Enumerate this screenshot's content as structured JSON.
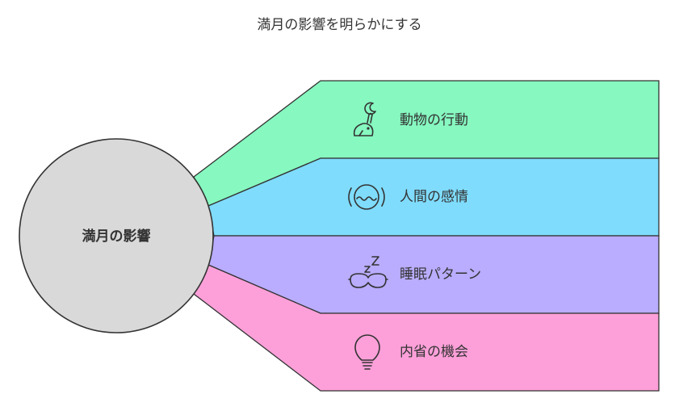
{
  "title": "満月の影響を明らかにする",
  "center": {
    "label": "満月の影響",
    "color": "#d9d9d9"
  },
  "branches": [
    {
      "label": "動物の行動",
      "icon": "rabbit-moon-icon",
      "color": "#86f8c0"
    },
    {
      "label": "人間の感情",
      "icon": "calm-face-waves-icon",
      "color": "#7fdcfd"
    },
    {
      "label": "睡眠パターン",
      "icon": "sleep-mask-icon",
      "color": "#baacfe"
    },
    {
      "label": "内省の機会",
      "icon": "lightbulb-icon",
      "color": "#fda0d9"
    }
  ]
}
